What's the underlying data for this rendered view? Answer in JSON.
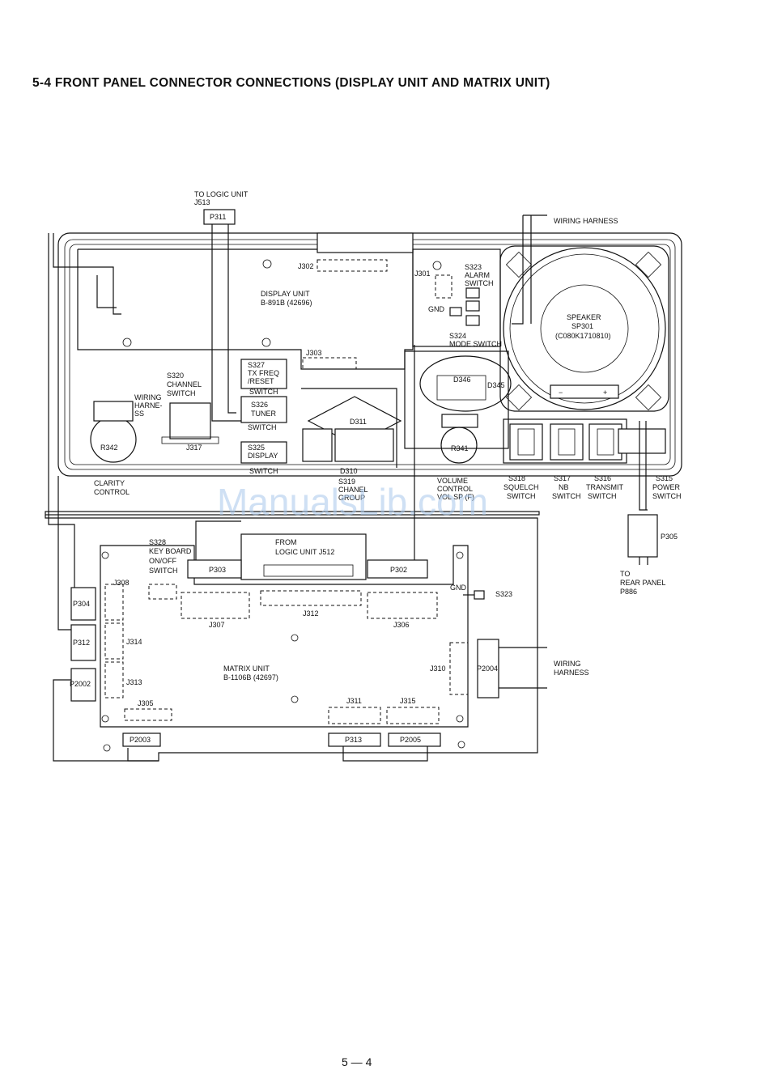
{
  "title": "5-4  FRONT PANEL CONNECTOR CONNECTIONS (DISPLAY UNIT AND MATRIX UNIT)",
  "page_number": "5 — 4",
  "watermark": "ManualsLib.com",
  "labels": {
    "to_logic_unit": "TO LOGIC UNIT",
    "j513": "J513",
    "p311": "P311",
    "wiring_harness_top": "WIRING HARNESS",
    "j302": "J302",
    "display_unit": "DISPLAY UNIT",
    "display_unit_pn": "B-891B (42696)",
    "j303": "J303",
    "j301": "J301",
    "s323": "S323",
    "alarm": "ALARM",
    "switch_s323": "SWITCH",
    "gnd_top": "GND",
    "s324_mode": "S324",
    "mode_switch": "MODE SWITCH",
    "speaker": "SPEAKER",
    "sp301": "SP301",
    "speaker_pn": "(C080K1710810)",
    "minus": "−",
    "plus": "+",
    "s327": "S327",
    "tx_freq": "TX FREQ",
    "reset": "/RESET",
    "s327_switch": "SWITCH",
    "s326": "S326",
    "tuner": "TUNER",
    "s326_switch": "SWITCH",
    "s325": "S325",
    "display": "DISPLAY",
    "s325_switch": "SWITCH",
    "s320": "S320",
    "channel": "CHANNEL",
    "s320_switch": "SWITCH",
    "wiring": "WIRING",
    "harne": "HARNE-",
    "ss": "SS",
    "r342": "R342",
    "j317": "J317",
    "d311": "D311",
    "d310": "D310",
    "d346": "D346",
    "d345": "D345",
    "r341": "R341",
    "clarity": "CLARITY",
    "control": "CONTROL",
    "s319": "S319",
    "chanel": "CHANEL",
    "group": "GROUP",
    "volume": "VOLUME",
    "control_vol": "CONTROL",
    "volsp": "VOL SP (F)",
    "s318": "S318",
    "squelch": "SQUELCH",
    "s318_switch": "SWITCH",
    "s317": "S317",
    "nb": "NB",
    "s317_switch": "SWITCH",
    "s316": "S316",
    "transmit": "TRANSMIT",
    "s316_switch": "SWITCH",
    "s315": "S315",
    "power": "POWER",
    "s315_switch": "SWITCH",
    "p305": "P305",
    "to_rear": "TO",
    "rear_panel": "REAR PANEL",
    "p886": "P886",
    "s328": "S328",
    "key_board": "KEY BOARD",
    "onoff": "ON/OFF",
    "s328_switch": "SWITCH",
    "from": "FROM",
    "logic_unit_j512": "LOGIC UNIT J512",
    "p303": "P303",
    "p302": "P302",
    "gnd_matrix": "GND",
    "s323_ref": "S323",
    "j308": "J308",
    "j307": "J307",
    "j312": "J312",
    "j306": "J306",
    "p304": "P304",
    "p312": "P312",
    "j314": "J314",
    "p2002": "P2002",
    "j313": "J313",
    "matrix_unit": "MATRIX UNIT",
    "matrix_unit_pn": "B-1106B (42697)",
    "j310": "J310",
    "p2004": "P2004",
    "wiring_harness_right_1": "WIRING",
    "wiring_harness_right_2": "HARNESS",
    "j305": "J305",
    "j311": "J311",
    "j315": "J315",
    "p2003": "P2003",
    "p313": "P313",
    "p2005": "P2005"
  }
}
